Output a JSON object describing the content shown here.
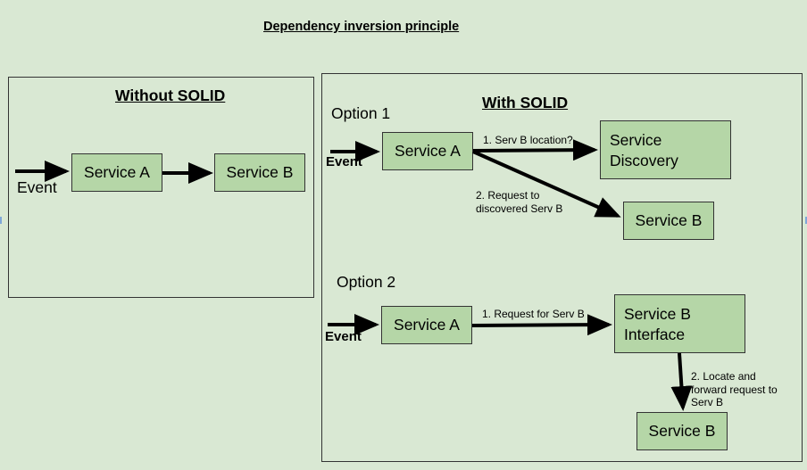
{
  "title": "Dependency inversion principle",
  "left_panel": {
    "heading": "Without SOLID",
    "service_a": "Service A",
    "service_b": "Service B",
    "event": "Event"
  },
  "right_panel": {
    "heading": "With SOLID",
    "option1": {
      "label": "Option 1",
      "event": "Event",
      "service_a": "Service A",
      "service_discovery": "Service\nDiscovery",
      "service_b": "Service B",
      "edge1_label": "1. Serv B location?",
      "edge2_label": "2. Request to\ndiscovered Serv B"
    },
    "option2": {
      "label": "Option 2",
      "event": "Event",
      "service_a": "Service A",
      "service_b_interface": "Service B\nInterface",
      "service_b": "Service B",
      "edge1_label": "1. Request for Serv B",
      "edge2_label": "2. Locate and\nforward request to\nServ B"
    }
  },
  "colors": {
    "background": "#d9e8d3",
    "box_fill": "#b5d6a7",
    "border": "#333333"
  }
}
